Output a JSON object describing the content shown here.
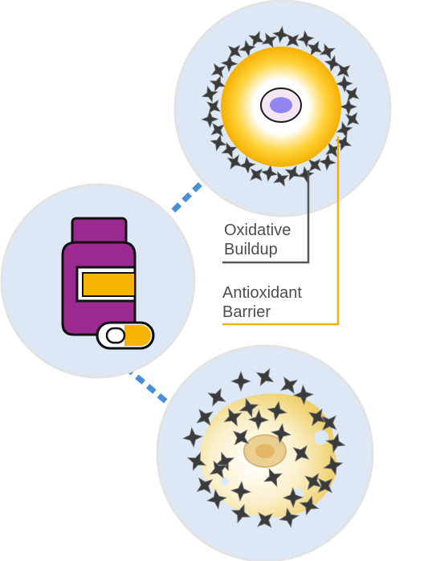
{
  "labels": {
    "oxidative_line1": "Oxidative",
    "oxidative_line2": "Buildup",
    "antioxidant_line1": "Antioxidant",
    "antioxidant_line2": "Barrier"
  },
  "colors": {
    "circle_fill": "#dce8f5",
    "circle_stroke": "#e3e3e3",
    "connector": "#4a8fd6",
    "bottle": "#9a2a8f",
    "label_gold": "#f5b400",
    "cell_gold": "#f7b500",
    "nucleus": "#8f86f0",
    "star": "#3b3b3b",
    "oxidative_line": "#555555",
    "antioxidant_line": "#f0b400"
  },
  "icons": {
    "bottle": "supplement-bottle-icon",
    "capsule": "capsule-icon",
    "star": "free-radical-icon"
  }
}
